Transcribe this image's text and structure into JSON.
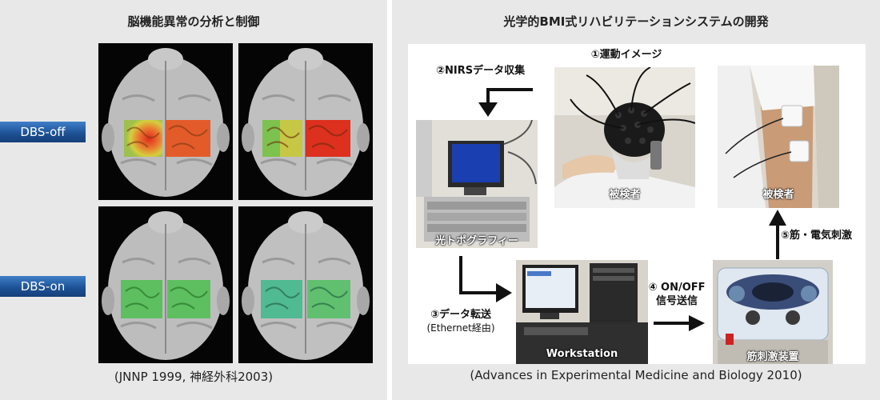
{
  "left": {
    "title": "脳機能異常の分析と制御",
    "citation": "(JNNP 1999, 神経外科2003)",
    "tags": {
      "dbs_off": "DBS-off",
      "dbs_on": "DBS-on"
    }
  },
  "right": {
    "title": "光学的BMI式リハビリテーションシステムの開発",
    "citation": "(Advances in Experimental Medicine and Biology 2010)",
    "steps": {
      "s1": "①運動イメージ",
      "s2": "②NIRSデータ収集",
      "s3_line1": "③データ転送",
      "s3_line2": "(Ethernet経由)",
      "s4_line1": "④ ON/OFF",
      "s4_line2": "信号送信",
      "s5": "⑤筋・電気刺激"
    },
    "labels": {
      "subject_head": "被検者",
      "subject_arm": "被検者",
      "topography": "光トポグラフィー",
      "workstation": "Workstation",
      "stimulator": "筋刺激装置"
    }
  },
  "colors": {
    "tag_blue": "#1b4f93",
    "activation_hot": "#e23a10",
    "activation_cool": "#3fbf60",
    "arrow": "#111111"
  }
}
